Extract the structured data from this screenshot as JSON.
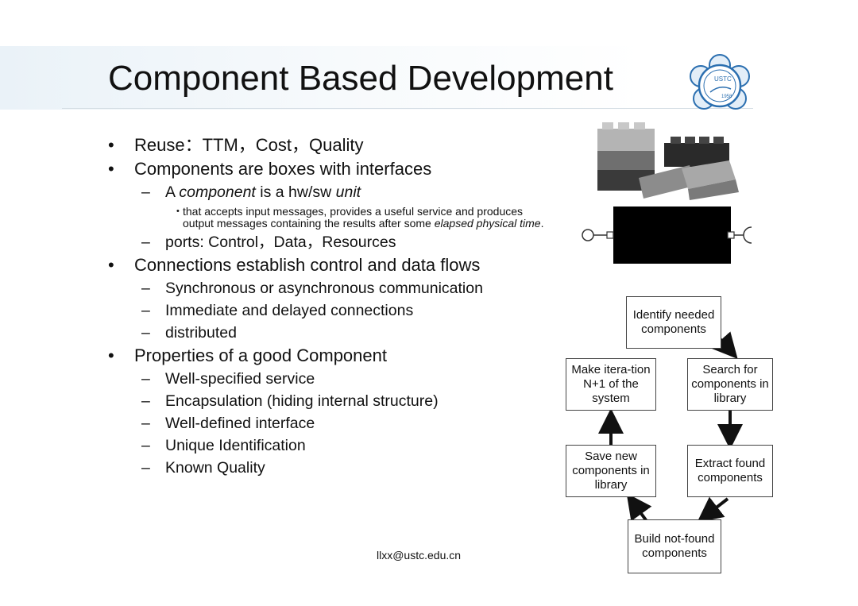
{
  "title": "Component Based Development",
  "bullets": {
    "b1": "Reuse：TTM，Cost，Quality",
    "b2": "Components are boxes with interfaces",
    "b2_1_pre": "A ",
    "b2_1_em1": "component",
    "b2_1_mid": " is a hw/sw ",
    "b2_1_em2": "unit",
    "b2_1_1_pre": "that accepts input messages, provides a useful service and produces output messages containing the results after some ",
    "b2_1_1_em": "elapsed physical time",
    "b2_1_1_post": ".",
    "b2_2": "ports: Control，Data，Resources",
    "b3": "Connections establish control and data flows",
    "b3_1": "Synchronous or asynchronous communication",
    "b3_2": "Immediate and delayed connections",
    "b3_3": "distributed",
    "b4": "Properties of a good Component",
    "b4_1": "Well-specified service",
    "b4_2": "Encapsulation (hiding internal structure)",
    "b4_3": "Well-defined interface",
    "b4_4": "Unique Identification",
    "b4_5": "Known Quality"
  },
  "logo": {
    "text": "USTC",
    "year": "1958",
    "color": "#2b6fb0"
  },
  "flow": {
    "identify": "Identify needed components",
    "search": "Search for components in library",
    "extract": "Extract found components",
    "build": "Build not-found components",
    "save": "Save new components in library",
    "iterate": "Make itera-tion N+1 of the system"
  },
  "footer": "llxx@ustc.edu.cn"
}
